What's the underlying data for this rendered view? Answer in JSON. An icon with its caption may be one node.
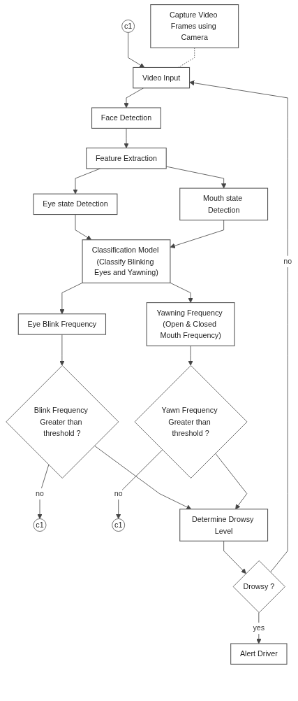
{
  "diagram": {
    "nodes": [
      {
        "text": [
          "c1"
        ]
      },
      {
        "text": [
          "Video Input"
        ]
      },
      {
        "text": [
          "Capture Video Frames using Camera"
        ]
      },
      {
        "text": [
          "Face Detection"
        ]
      },
      {
        "text": [
          "Feature Extraction"
        ]
      },
      {
        "text": [
          "Eye state Detection"
        ]
      },
      {
        "text": [
          "Mouth state Detection"
        ]
      },
      {
        "text": [
          "Classification Model (Classify Blinking Eyes and Yawning)"
        ]
      },
      {
        "text": [
          "Eye Blink Frequency"
        ]
      },
      {
        "text": [
          "Yawning Frequency (Open & Closed Mouth Frequency)"
        ]
      },
      {
        "text": [
          "Blink Frequency Greater than threshold ?"
        ]
      },
      {
        "text": [
          "c1"
        ]
      },
      {
        "text": [
          "Yawn Frequency Greater than threshold ?"
        ]
      },
      {
        "text": [
          "c1"
        ]
      },
      {
        "text": [
          "Determine Drowsy Level"
        ]
      },
      {
        "text": [
          "Drowsy ?"
        ]
      },
      {
        "text": [
          "Alert Driver"
        ]
      }
    ],
    "edges": [
      {
        "from": 0,
        "to": 1,
        "arrow": "to"
      },
      {
        "from": 1,
        "to": 3,
        "arrow": "to"
      },
      {
        "from": 2,
        "to": 1,
        "arrow": "none",
        "style": "dashed"
      },
      {
        "from": 3,
        "to": 4,
        "arrow": "to"
      },
      {
        "from": 4,
        "to": 5,
        "arrow": "to"
      },
      {
        "from": 4,
        "to": 6,
        "arrow": "to"
      },
      {
        "from": 5,
        "to": 7,
        "arrow": "to"
      },
      {
        "from": 6,
        "to": 7,
        "arrow": "to"
      },
      {
        "from": 7,
        "to": 8,
        "arrow": "to"
      },
      {
        "from": 7,
        "to": 9,
        "arrow": "to"
      },
      {
        "from": 8,
        "to": 10,
        "arrow": "to"
      },
      {
        "from": 9,
        "to": 12,
        "arrow": "to"
      },
      {
        "from": 10,
        "to": 11,
        "label": "no",
        "arrow": "to"
      },
      {
        "from": 12,
        "to": 13,
        "label": "no",
        "arrow": "to"
      },
      {
        "from": 10,
        "to": 14,
        "arrow": "to"
      },
      {
        "from": 12,
        "to": 14,
        "arrow": "to"
      },
      {
        "from": 14,
        "to": 15,
        "arrow": "to"
      },
      {
        "from": 15,
        "to": 1,
        "label": "no",
        "arrow": "to"
      },
      {
        "from": 15,
        "to": 16,
        "label": "yes",
        "arrow": "to"
      }
    ]
  }
}
